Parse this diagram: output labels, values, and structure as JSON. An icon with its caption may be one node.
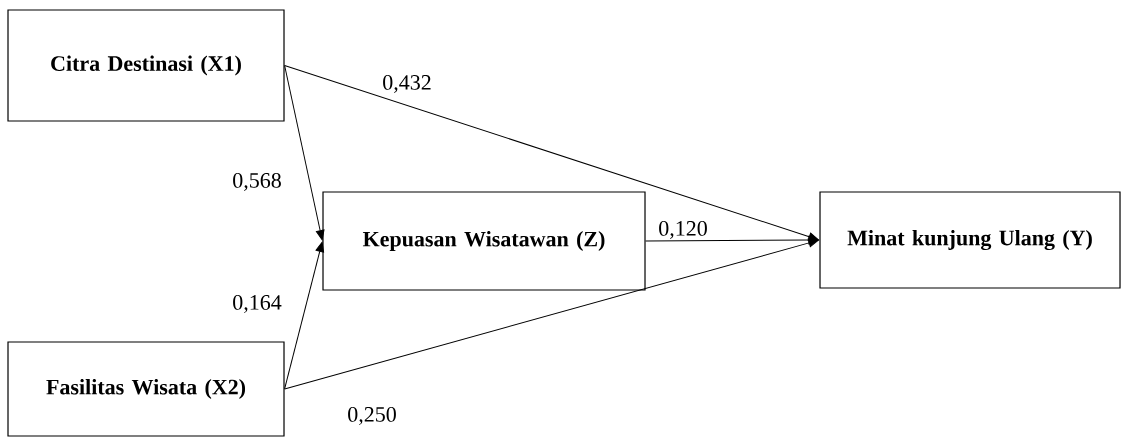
{
  "diagram": {
    "nodes": [
      {
        "text": [
          "Citra Destinasi (X1)"
        ]
      },
      {
        "text": [
          "Kepuasan Wisatawan (Z)"
        ]
      },
      {
        "text": [
          "Minat kunjung Ulang (Y)"
        ]
      },
      {
        "text": [
          "Fasilitas Wisata (X2)"
        ]
      }
    ],
    "edges": [
      {
        "from": 0,
        "to": 1,
        "arrow": "to",
        "label": "0,568"
      },
      {
        "from": 3,
        "to": 1,
        "arrow": "to",
        "label": "0,164"
      },
      {
        "from": 0,
        "to": 2,
        "arrow": "to",
        "label": "0,432"
      },
      {
        "from": 1,
        "to": 2,
        "arrow": "to",
        "label": "0,120"
      },
      {
        "from": 3,
        "to": 2,
        "arrow": "to",
        "label": "0,250"
      }
    ]
  }
}
